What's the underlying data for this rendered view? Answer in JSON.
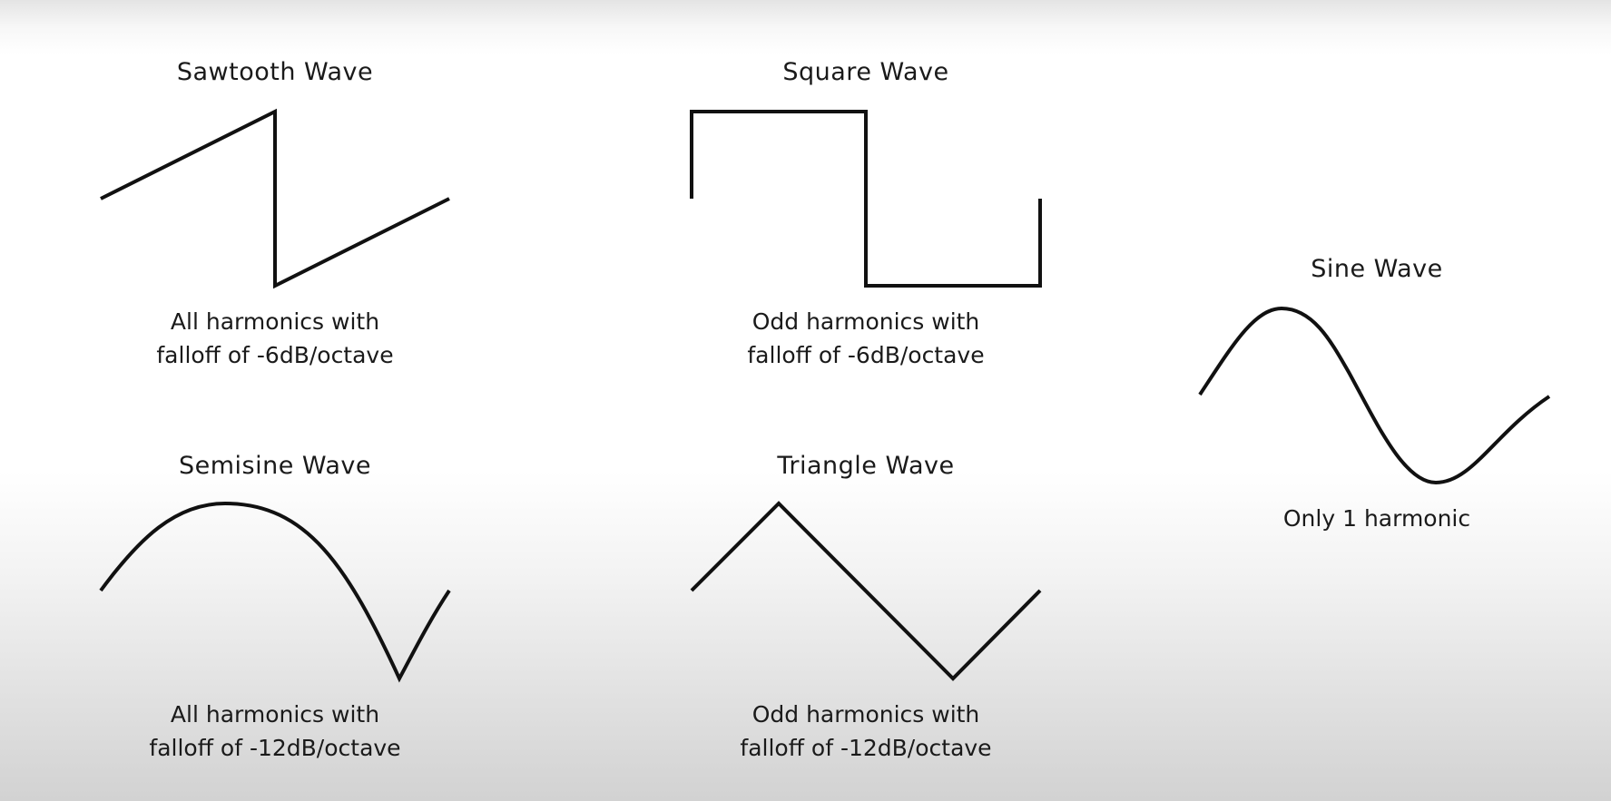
{
  "waves": {
    "sawtooth": {
      "title": "Sawtooth Wave",
      "line1": "All harmonics with",
      "line2": "falloff of -6dB/octave"
    },
    "square": {
      "title": "Square Wave",
      "line1": "Odd harmonics with",
      "line2": "falloff of -6dB/octave"
    },
    "sine": {
      "title": "Sine Wave",
      "line1": "Only 1 harmonic"
    },
    "semisine": {
      "title": "Semisine Wave",
      "line1": "All harmonics with",
      "line2": "falloff of -12dB/octave"
    },
    "triangle": {
      "title": "Triangle Wave",
      "line1": "Odd harmonics with",
      "line2": "falloff of -12dB/octave"
    }
  },
  "colors": {
    "stroke": "#111111",
    "text": "#1a1a1a",
    "background_top": "#ffffff",
    "background_bottom": "#d2d2d2"
  }
}
